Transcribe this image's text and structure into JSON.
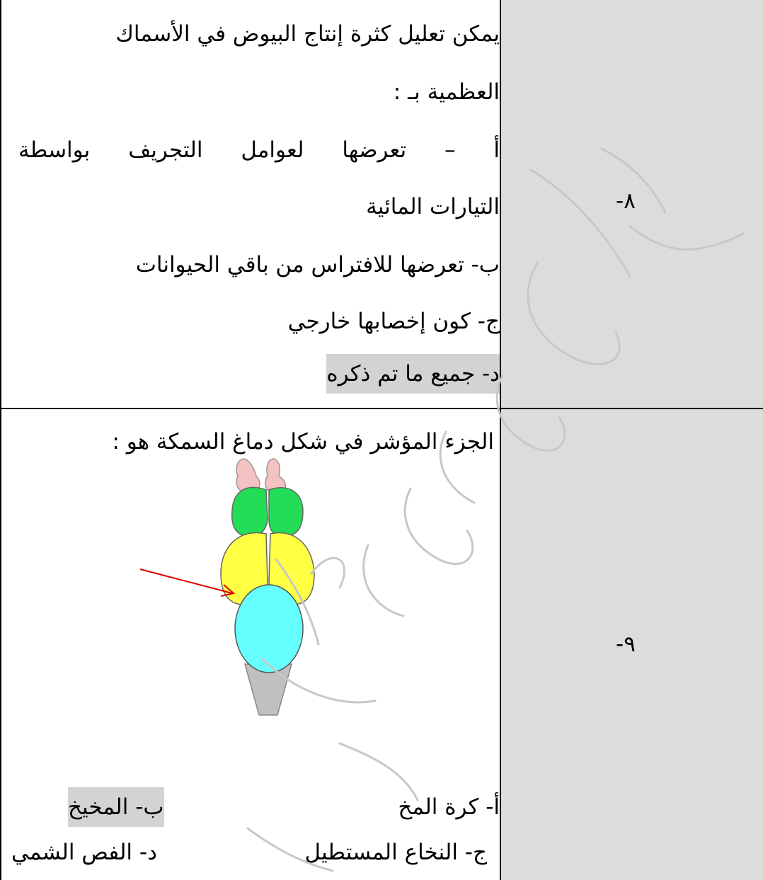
{
  "questions": [
    {
      "number": "-٨",
      "lines": [
        "يمكن تعليل كثرة إنتاج البيوض في الأسماك",
        "العظمية بـ :",
        "التيارات المائية",
        "ب- تعرضها للافتراس من باقي الحيوانات",
        "ج- كون إخصابها خارجي",
        "د- جميع ما تم ذكره"
      ],
      "justified_words": [
        "أ",
        "–",
        "تعرضها",
        "لعوامل",
        "التجريف",
        "بواسطة"
      ]
    },
    {
      "number": "-٩",
      "prompt": "الجزء المؤشر في شكل دماغ السمكة هو :",
      "options": {
        "a": "أ- كرة المخ",
        "b": "ب- المخيخ",
        "c": "ج- النخاع المستطيل",
        "d": "د- الفص الشمي"
      }
    }
  ],
  "colors": {
    "number_column": "#dcdcdc",
    "highlight": "#d3d3d3",
    "olfactory_lobe": "#f4c2c2",
    "cerebrum": "#22dd55",
    "optic_lobe": "#ffff44",
    "cerebellum": "#66ffff",
    "medulla": "#c0c0c0",
    "arrow": "#e00000"
  }
}
